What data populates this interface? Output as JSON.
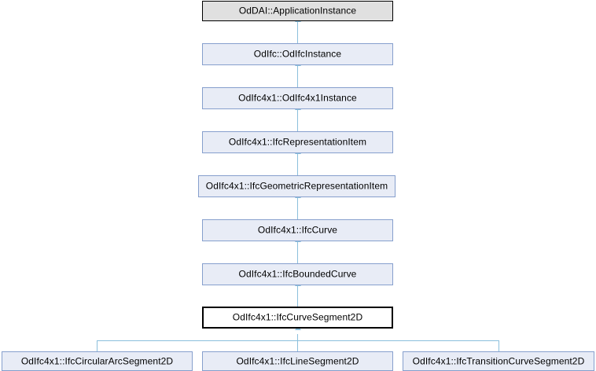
{
  "diagram": {
    "kind": "class-inheritance-graph",
    "title": "OdIfc4x1::IfcCurveSegment2D inheritance diagram",
    "colors": {
      "root_fill": "#e0e0e0",
      "root_border": "#000000",
      "node_fill": "#e8ecf6",
      "node_border": "#869fcd",
      "current_fill": "#ffffff",
      "current_border": "#000000",
      "edge": "#8bbfdc",
      "text": "#000000",
      "background": "#ffffff"
    },
    "nodes": [
      {
        "id": "application-instance",
        "label": "OdDAI::ApplicationInstance",
        "style": "root",
        "level": 0
      },
      {
        "id": "odifc-instance",
        "label": "OdIfc::OdIfcInstance",
        "style": "normal",
        "level": 1
      },
      {
        "id": "odifc4x1-instance",
        "label": "OdIfc4x1::OdIfc4x1Instance",
        "style": "normal",
        "level": 2
      },
      {
        "id": "ifc-representation-item",
        "label": "OdIfc4x1::IfcRepresentationItem",
        "style": "normal",
        "level": 3
      },
      {
        "id": "ifc-geometric-representation-item",
        "label": "OdIfc4x1::IfcGeometricRepresentationItem",
        "style": "normal",
        "level": 4
      },
      {
        "id": "ifc-curve",
        "label": "OdIfc4x1::IfcCurve",
        "style": "normal",
        "level": 5
      },
      {
        "id": "ifc-bounded-curve",
        "label": "OdIfc4x1::IfcBoundedCurve",
        "style": "normal",
        "level": 6
      },
      {
        "id": "ifc-curve-segment-2d",
        "label": "OdIfc4x1::IfcCurveSegment2D",
        "style": "current",
        "level": 7
      },
      {
        "id": "ifc-circular-arc-segment-2d",
        "label": "OdIfc4x1::IfcCircularArcSegment2D",
        "style": "normal",
        "level": 8
      },
      {
        "id": "ifc-line-segment-2d",
        "label": "OdIfc4x1::IfcLineSegment2D",
        "style": "normal",
        "level": 8
      },
      {
        "id": "ifc-transition-curve-segment-2d",
        "label": "OdIfc4x1::IfcTransitionCurveSegment2D",
        "style": "normal",
        "level": 8
      }
    ],
    "edges": [
      {
        "from": "odifc-instance",
        "to": "application-instance"
      },
      {
        "from": "odifc4x1-instance",
        "to": "odifc-instance"
      },
      {
        "from": "ifc-representation-item",
        "to": "odifc4x1-instance"
      },
      {
        "from": "ifc-geometric-representation-item",
        "to": "ifc-representation-item"
      },
      {
        "from": "ifc-curve",
        "to": "ifc-geometric-representation-item"
      },
      {
        "from": "ifc-bounded-curve",
        "to": "ifc-curve"
      },
      {
        "from": "ifc-curve-segment-2d",
        "to": "ifc-bounded-curve"
      },
      {
        "from": "ifc-circular-arc-segment-2d",
        "to": "ifc-curve-segment-2d"
      },
      {
        "from": "ifc-line-segment-2d",
        "to": "ifc-curve-segment-2d"
      },
      {
        "from": "ifc-transition-curve-segment-2d",
        "to": "ifc-curve-segment-2d"
      }
    ]
  }
}
